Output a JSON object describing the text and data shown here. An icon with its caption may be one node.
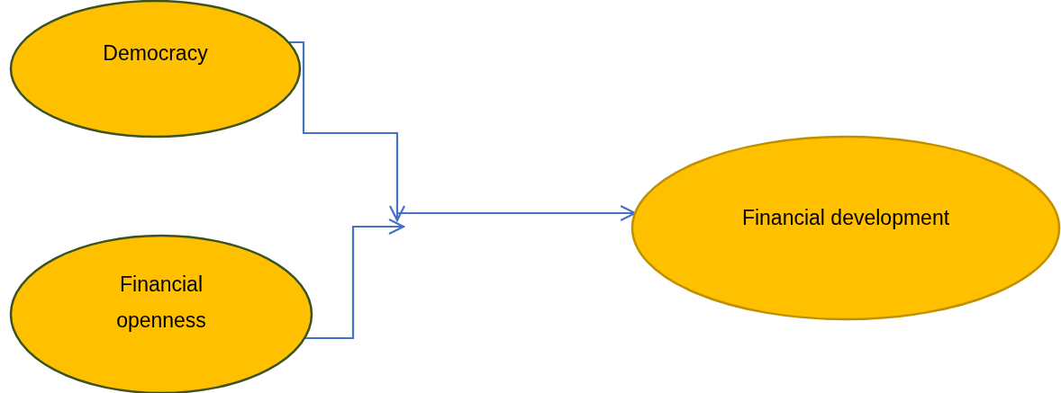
{
  "diagram": {
    "nodes": [
      {
        "text": [
          "Democracy"
        ]
      },
      {
        "text": [
          "Financial openness"
        ]
      },
      {
        "text": [
          "Financial development"
        ]
      }
    ],
    "edges": [
      {
        "from": 0,
        "to": null,
        "arrow": "to"
      },
      {
        "from": 1,
        "to": null,
        "arrow": "to"
      },
      {
        "from": null,
        "to": 2,
        "arrow": "to"
      }
    ]
  }
}
